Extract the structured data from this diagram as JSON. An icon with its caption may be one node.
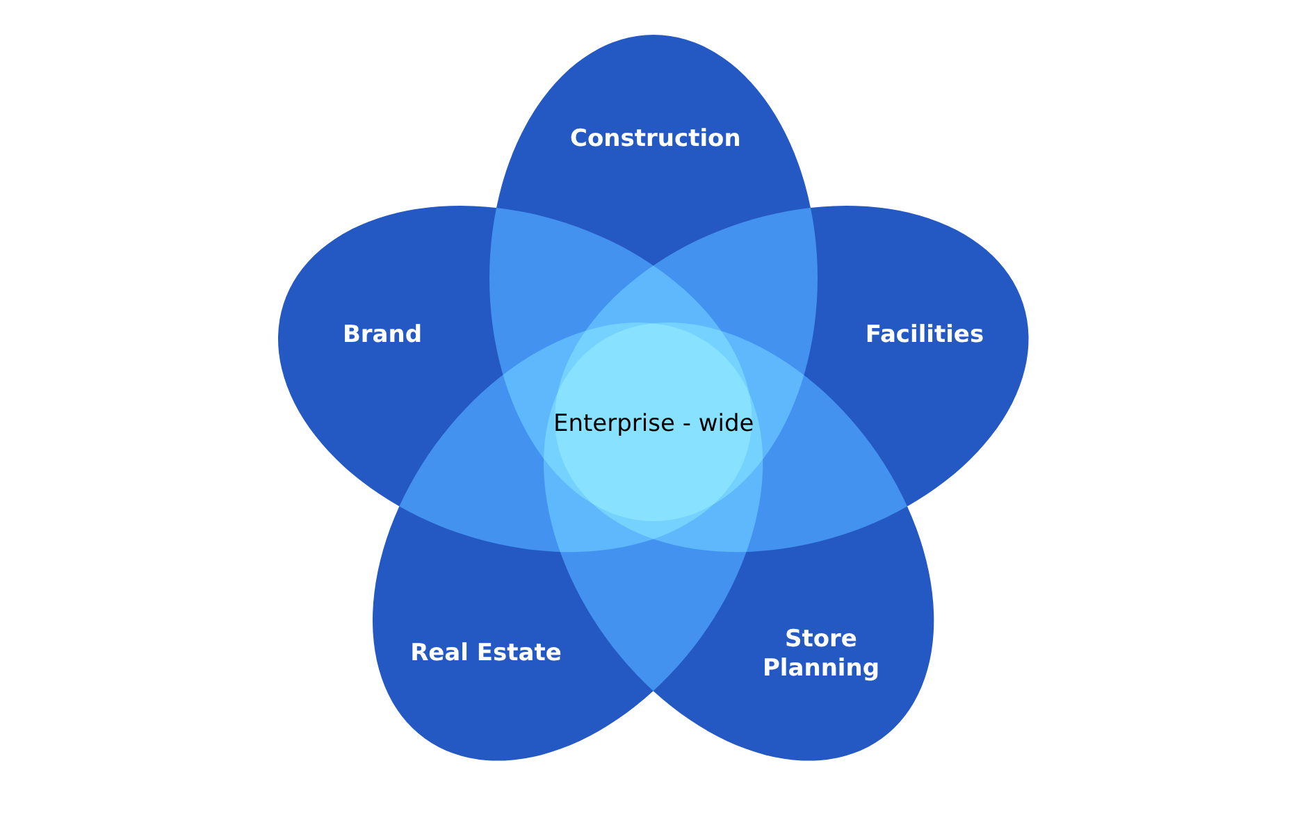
{
  "diagram": {
    "nodes": [
      {
        "text": [
          "Construction"
        ]
      },
      {
        "text": [
          "Facilities"
        ]
      },
      {
        "text": [
          "Store Planning"
        ]
      },
      {
        "text": [
          "Real Estate"
        ]
      },
      {
        "text": [
          "Brand"
        ]
      }
    ],
    "labels": [
      "Enterprise - wide"
    ]
  }
}
